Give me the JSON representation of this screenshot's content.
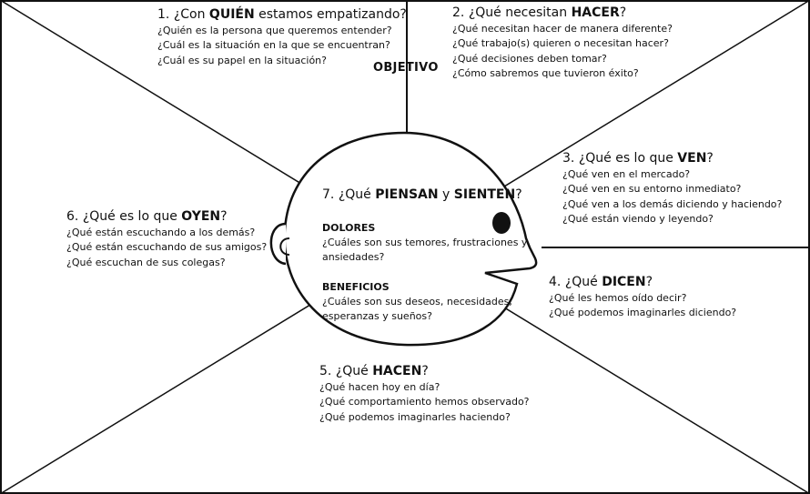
{
  "objetivo": "OBJETIVO",
  "blocks": [
    {
      "id": "quien",
      "num": "1.",
      "pre": "¿Con ",
      "bold": "QUIÉN",
      "post": " estamos empatizando?",
      "questions": [
        "¿Quién es la persona que queremos entender?",
        "¿Cuál es la situación en la que se encuentran?",
        "¿Cuál es su papel en la situación?"
      ]
    },
    {
      "id": "hacer",
      "num": "2.",
      "pre": "¿Qué necesitan ",
      "bold": "HACER",
      "post": "?",
      "questions": [
        "¿Qué necesitan hacer de manera diferente?",
        "¿Qué trabajo(s) quieren o necesitan hacer?",
        "¿Qué decisiones deben tomar?",
        "¿Cómo sabremos que tuvieron éxito?"
      ]
    },
    {
      "id": "ven",
      "num": "3.",
      "pre": "¿Qué es lo que ",
      "bold": "VEN",
      "post": "?",
      "questions": [
        "¿Qué ven en el mercado?",
        "¿Qué ven en su entorno inmediato?",
        "¿Qué ven a los demás diciendo y haciendo?",
        "¿Qué están viendo y leyendo?"
      ]
    },
    {
      "id": "dicen",
      "num": "4.",
      "pre": "¿Qué ",
      "bold": "DICEN",
      "post": "?",
      "questions": [
        "¿Qué les hemos oído decir?",
        "¿Qué podemos imaginarles diciendo?"
      ]
    },
    {
      "id": "hacen",
      "num": "5.",
      "pre": "¿Qué ",
      "bold": "HACEN",
      "post": "?",
      "questions": [
        "¿Qué hacen hoy en día?",
        "¿Qué comportamiento hemos observado?",
        "¿Qué podemos imaginarles haciendo?"
      ]
    },
    {
      "id": "oyen",
      "num": "6.",
      "pre": "¿Qué es lo que ",
      "bold": "OYEN",
      "post": "?",
      "questions": [
        "¿Qué están escuchando a los demás?",
        "¿Qué están escuchando de sus amigos?",
        "¿Qué escuchan de sus colegas?"
      ]
    }
  ],
  "center": {
    "num": "7.",
    "pre": "¿Qué ",
    "bold1": "PIENSAN",
    "mid": " y ",
    "bold2": "SIENTEN",
    "post": "?",
    "dolores_title": "DOLORES",
    "dolores_line1": "¿Cuáles son sus temores, frustraciones y",
    "dolores_line2": "ansiedades?",
    "beneficios_title": "BENEFICIOS",
    "beneficios_line1": "¿Cuáles son sus deseos, necesidades,",
    "beneficios_line2": "esperanzas y sueños?"
  },
  "colors": {
    "line": "#111111",
    "text": "#111111",
    "background": "#ffffff"
  }
}
